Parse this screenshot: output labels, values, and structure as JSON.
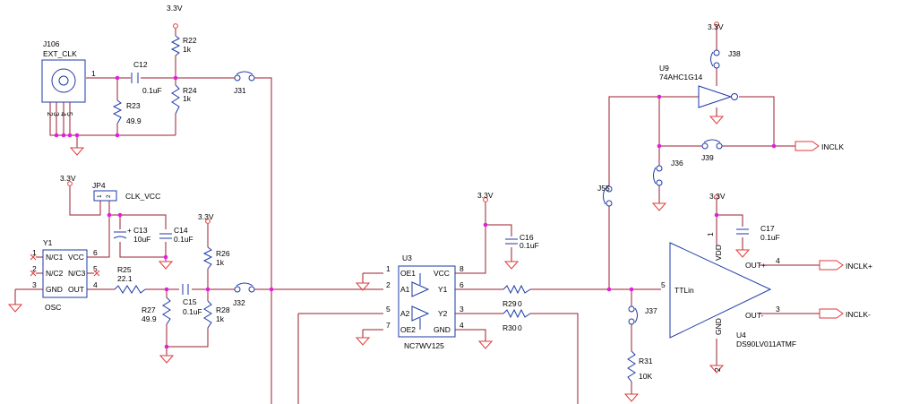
{
  "supply_label": "3.3V",
  "connector": {
    "ref": "J106",
    "value": "EXT_CLK",
    "pins": [
      "1",
      "2",
      "3",
      "4",
      "5"
    ]
  },
  "oscillator": {
    "ref": "Y1",
    "value": "OSC",
    "pin_numbers": [
      "1",
      "2",
      "3",
      "4",
      "5",
      "6"
    ],
    "pin_names": [
      "N/C1",
      "N/C2",
      "GND",
      "VCC",
      "N/C3",
      "OUT"
    ]
  },
  "jumper_jp4": {
    "ref": "JP4",
    "value": "CLK_VCC",
    "pins": [
      "1",
      "2"
    ]
  },
  "buffer": {
    "ref": "U3",
    "value": "NC7WV125",
    "pin_numbers": [
      "1",
      "2",
      "5",
      "7",
      "8",
      "6",
      "3",
      "4"
    ],
    "pin_names": [
      "OE1",
      "A1",
      "A2",
      "OE2",
      "VCC",
      "Y1",
      "Y2",
      "GND"
    ]
  },
  "inverter": {
    "ref": "U9",
    "value": "74AHC1G14"
  },
  "lvds": {
    "ref": "U4",
    "value": "DS90LV011ATMF",
    "pin_numbers": [
      "5",
      "1",
      "2",
      "4",
      "3"
    ],
    "pin_names": [
      "TTLin",
      "VDD",
      "GND",
      "OUT+",
      "OUT-"
    ]
  },
  "resistors": [
    {
      "ref": "R22",
      "value": "1k"
    },
    {
      "ref": "R24",
      "value": "1k"
    },
    {
      "ref": "R23",
      "value": "49.9"
    },
    {
      "ref": "R25",
      "value": "22.1"
    },
    {
      "ref": "R26",
      "value": "1k"
    },
    {
      "ref": "R27",
      "value": "49.9"
    },
    {
      "ref": "R28",
      "value": "1k"
    },
    {
      "ref": "R29",
      "value": "0"
    },
    {
      "ref": "R30",
      "value": "0"
    },
    {
      "ref": "R31",
      "value": "10K"
    }
  ],
  "capacitors": [
    {
      "ref": "C12",
      "value": "0.1uF"
    },
    {
      "ref": "C13",
      "value": "10uF"
    },
    {
      "ref": "C14",
      "value": "0.1uF"
    },
    {
      "ref": "C15",
      "value": "0.1uF"
    },
    {
      "ref": "C16",
      "value": "0.1uF"
    },
    {
      "ref": "C17",
      "value": "0.1uF"
    }
  ],
  "jumpers": [
    "J31",
    "J32",
    "J55",
    "J38",
    "J36",
    "J39",
    "J37"
  ],
  "ports": [
    "INCLK",
    "INCLK+",
    "INCLK-"
  ],
  "colors": {
    "wire": "#9b1c2e",
    "component": "#1e3aa8",
    "junction": "#e020d8",
    "ground": "#e23a3a"
  }
}
